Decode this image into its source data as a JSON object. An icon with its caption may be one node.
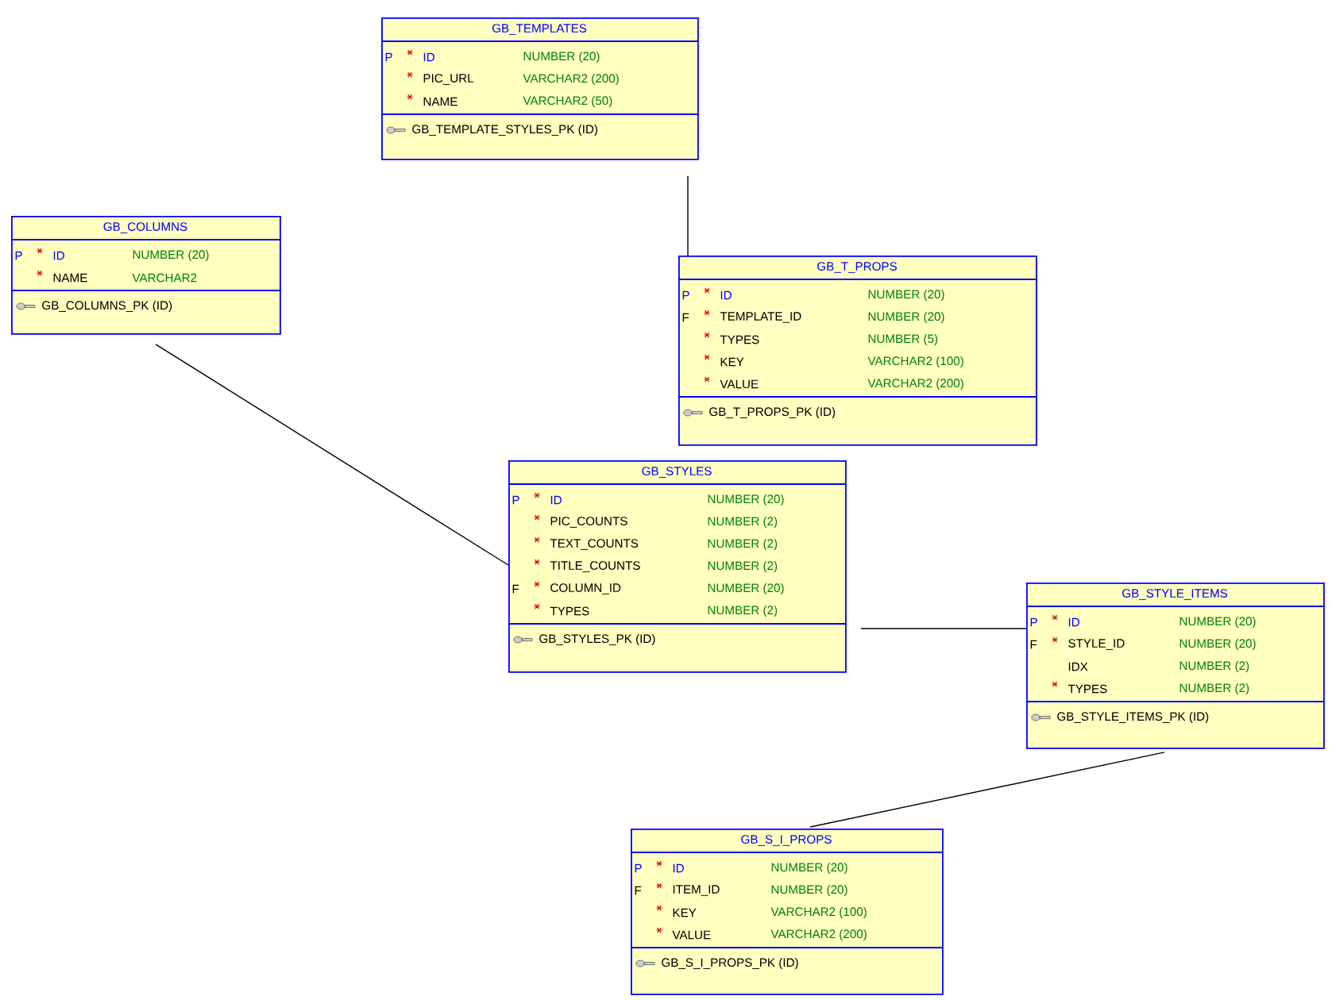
{
  "diagram": {
    "nodes": [
      {
        "text": [
          "GB_TEMPLATES",
          "P",
          "ID",
          "NUMBER (20)",
          "PIC_URL",
          "VARCHAR2 (200)",
          "NAME",
          "VARCHAR2 (50)",
          "GB_TEMPLATE_STYLES_PK (ID)"
        ]
      },
      {
        "text": [
          "GB_COLUMNS",
          "P",
          "ID",
          "NUMBER (20)",
          "NAME",
          "VARCHAR2",
          "GB_COLUMNS_PK (ID)"
        ]
      },
      {
        "text": [
          "GB_T_PROPS",
          "P",
          "ID",
          "NUMBER (20)",
          "F",
          "TEMPLATE_ID",
          "NUMBER (20)",
          "TYPES",
          "NUMBER (5)",
          "KEY",
          "VARCHAR2 (100)",
          "VALUE",
          "VARCHAR2 (200)",
          "GB_T_PROPS_PK (ID)"
        ]
      },
      {
        "text": [
          "GB_STYLES",
          "P",
          "ID",
          "NUMBER (20)",
          "PIC_COUNTS",
          "NUMBER (2)",
          "TEXT_COUNTS",
          "NUMBER (2)",
          "TITLE_COUNTS",
          "NUMBER (2)",
          "F",
          "COLUMN_ID",
          "NUMBER (20)",
          "TYPES",
          "NUMBER (2)",
          "GB_STYLES_PK (ID)"
        ]
      },
      {
        "text": [
          "GB_STYLE_ITEMS",
          "P",
          "ID",
          "NUMBER (20)",
          "F",
          "STYLE_ID",
          "NUMBER (20)",
          "IDX",
          "NUMBER (2)",
          "TYPES",
          "NUMBER (2)",
          "GB_STYLE_ITEMS_PK (ID)"
        ]
      },
      {
        "text": [
          "GB_S_I_PROPS",
          "P",
          "ID",
          "NUMBER (20)",
          "F",
          "ITEM_ID",
          "NUMBER (20)",
          "KEY",
          "VARCHAR2 (100)",
          "VALUE",
          "VARCHAR2 (200)",
          "GB_S_I_PROPS_PK (ID)"
        ]
      }
    ],
    "edges": [
      {
        "from": 0,
        "to": 2,
        "arrow": "none"
      },
      {
        "from": 1,
        "to": 3,
        "arrow": "none"
      },
      {
        "from": 3,
        "to": 4,
        "arrow": "none"
      },
      {
        "from": 4,
        "to": 5,
        "arrow": "none"
      }
    ]
  }
}
